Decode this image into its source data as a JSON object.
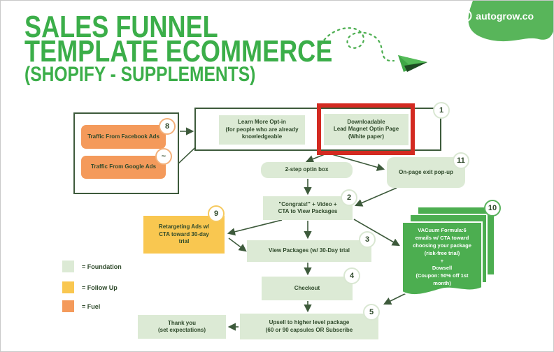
{
  "header": {
    "title": "SALES FUNNEL\nTEMPLATE ECOMMERCE",
    "subtitle": "(SHOPIFY - SUPPLEMENTS)",
    "logo_text": "autogrow.co"
  },
  "colors": {
    "title_green": "#3bae49",
    "logo_green": "#58b55a",
    "foundation_green": "#dcead5",
    "follow_up_yellow": "#f9c750",
    "fuel_orange": "#f49a5b",
    "dark_green": "#3d5a3b",
    "highlight_red": "#d32a21",
    "email_card_green": "#4cae50"
  },
  "nodes": {
    "traffic_facebook": {
      "text": "Traffic From Facebook Ads",
      "badge": "8"
    },
    "traffic_google": {
      "text": "Traffic From Google Ads",
      "badge": "~"
    },
    "optin_container": {
      "badge": "1"
    },
    "learn_more": {
      "text": "Learn More Opt-in\n(for people who are already\nknowledgeable"
    },
    "downloadable": {
      "text": "Downloadable\nLead Magnet Optin Page\n(White paper)"
    },
    "two_step": {
      "text": "2-step optin box"
    },
    "exit_popup": {
      "text": "On-page exit pop-up",
      "badge": "11"
    },
    "congrats": {
      "text": "\"Congrats!\" + Video +\nCTA to View Packages",
      "badge": "2"
    },
    "retargeting": {
      "text": "Retargeting Ads w/\nCTA toward 30-day\ntrial",
      "badge": "9"
    },
    "view_packages": {
      "text": "View Packages (w/ 30-Day trial",
      "badge": "3"
    },
    "checkout": {
      "text": "Checkout",
      "badge": "4"
    },
    "email_sequence": {
      "text": "VACuum Formula:6\nemails w/ CTA toward\nchoosing your package\n(risk-free trial)\n+\nDowsell\n(Coupon: 50% off 1st\nmonth)",
      "badge": "10"
    },
    "upsell": {
      "text": "Upsell to higher level package\n(60 or 90 capsules OR Subscribe",
      "badge": "5"
    },
    "thank_you": {
      "text": "Thank you\n(set expectations)"
    }
  },
  "legend": {
    "items": [
      {
        "label": "= Foundation",
        "color": "#dcead5"
      },
      {
        "label": "= Follow Up",
        "color": "#f9c750"
      },
      {
        "label": "= Fuel",
        "color": "#f49a5b"
      }
    ]
  }
}
